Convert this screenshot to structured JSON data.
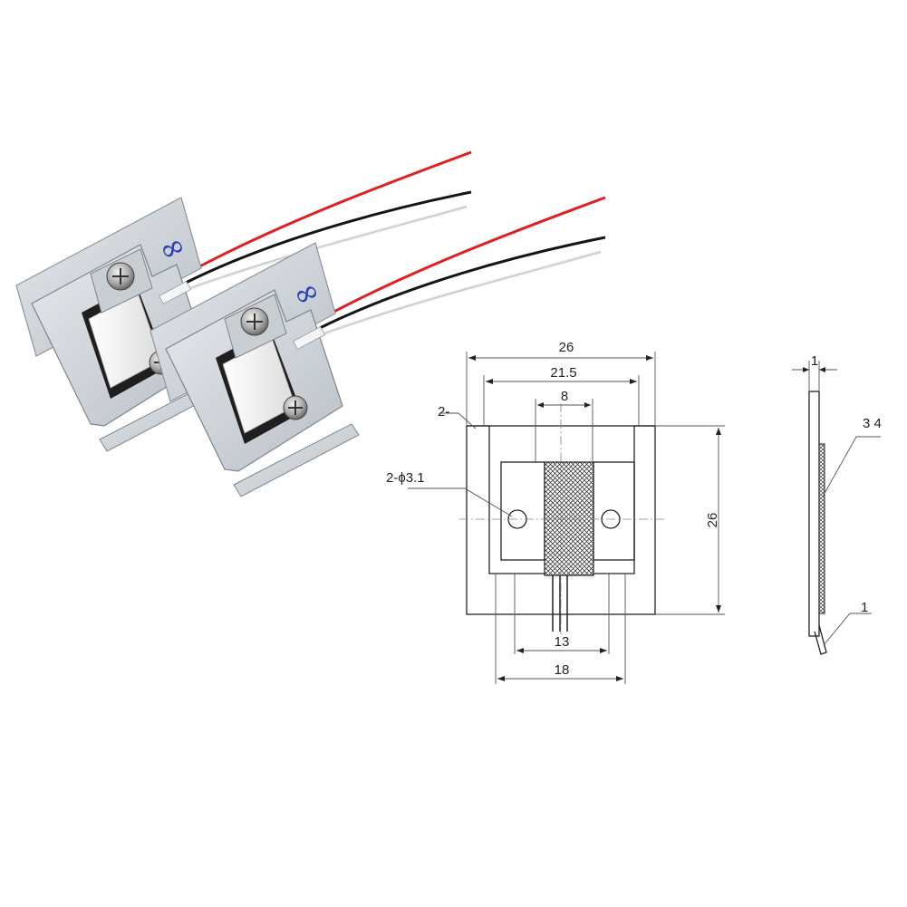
{
  "dimensions": {
    "overall_width": "26",
    "inner_width": "21.5",
    "slot_width": "8",
    "height": "26",
    "base_inner": "13",
    "base_outer": "18",
    "thickness": "1"
  },
  "callouts": {
    "part_2": "2-",
    "holes": "2-ϕ3.1",
    "parts_3_4": "3 4",
    "part_1": "1"
  },
  "colors": {
    "wire_red": "#e02020",
    "wire_black": "#151515",
    "wire_white": "#f4f4f4",
    "metal": "#d6dade",
    "logo_blue": "#2b3fb8"
  }
}
